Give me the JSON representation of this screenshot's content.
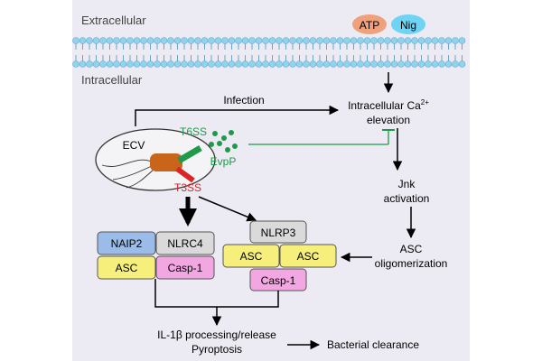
{
  "regions": {
    "extracellular": "Extracellular",
    "intracellular": "Intracellular"
  },
  "stimuli": {
    "atp": "ATP",
    "nig": "Nig"
  },
  "pathway": {
    "infection": "Infection",
    "calcium_line1": "Intracellular Ca",
    "calcium_sup": "2+",
    "calcium_line2": "elevation",
    "jnk_line1": "Jnk",
    "jnk_line2": "activation",
    "asc_olig_line1": "ASC",
    "asc_olig_line2": "oligomerization"
  },
  "bacterium": {
    "ecv": "ECV",
    "t6ss": "T6SS",
    "t3ss": "T3SS",
    "evpp": "EvpP"
  },
  "nlrc4_inflammasome": {
    "naip2": "NAIP2",
    "nlrc4": "NLRC4",
    "asc": "ASC",
    "casp1": "Casp-1"
  },
  "nlrp3_inflammasome": {
    "nlrp3": "NLRP3",
    "asc_left": "ASC",
    "asc_right": "ASC",
    "casp1": "Casp-1"
  },
  "outcome": {
    "line1": "IL-1β processing/release",
    "line2": "Pyroptosis",
    "clearance": "Bacterial clearance"
  },
  "colors": {
    "background_band": "#ecebf3",
    "membrane_head": "#8fd4ef",
    "membrane_tail": "#6aa7c7",
    "atp": "#f0a07a",
    "nig": "#6fd3f3",
    "green": "#1e9a4a",
    "red": "#d92525",
    "naip2": "#9bbce8",
    "nlrc4": "#dadada",
    "asc": "#f6ef7c",
    "casp1": "#f2a6e2",
    "ecv_fill": "#f4f4f6",
    "bacterium": "#c9641b"
  }
}
